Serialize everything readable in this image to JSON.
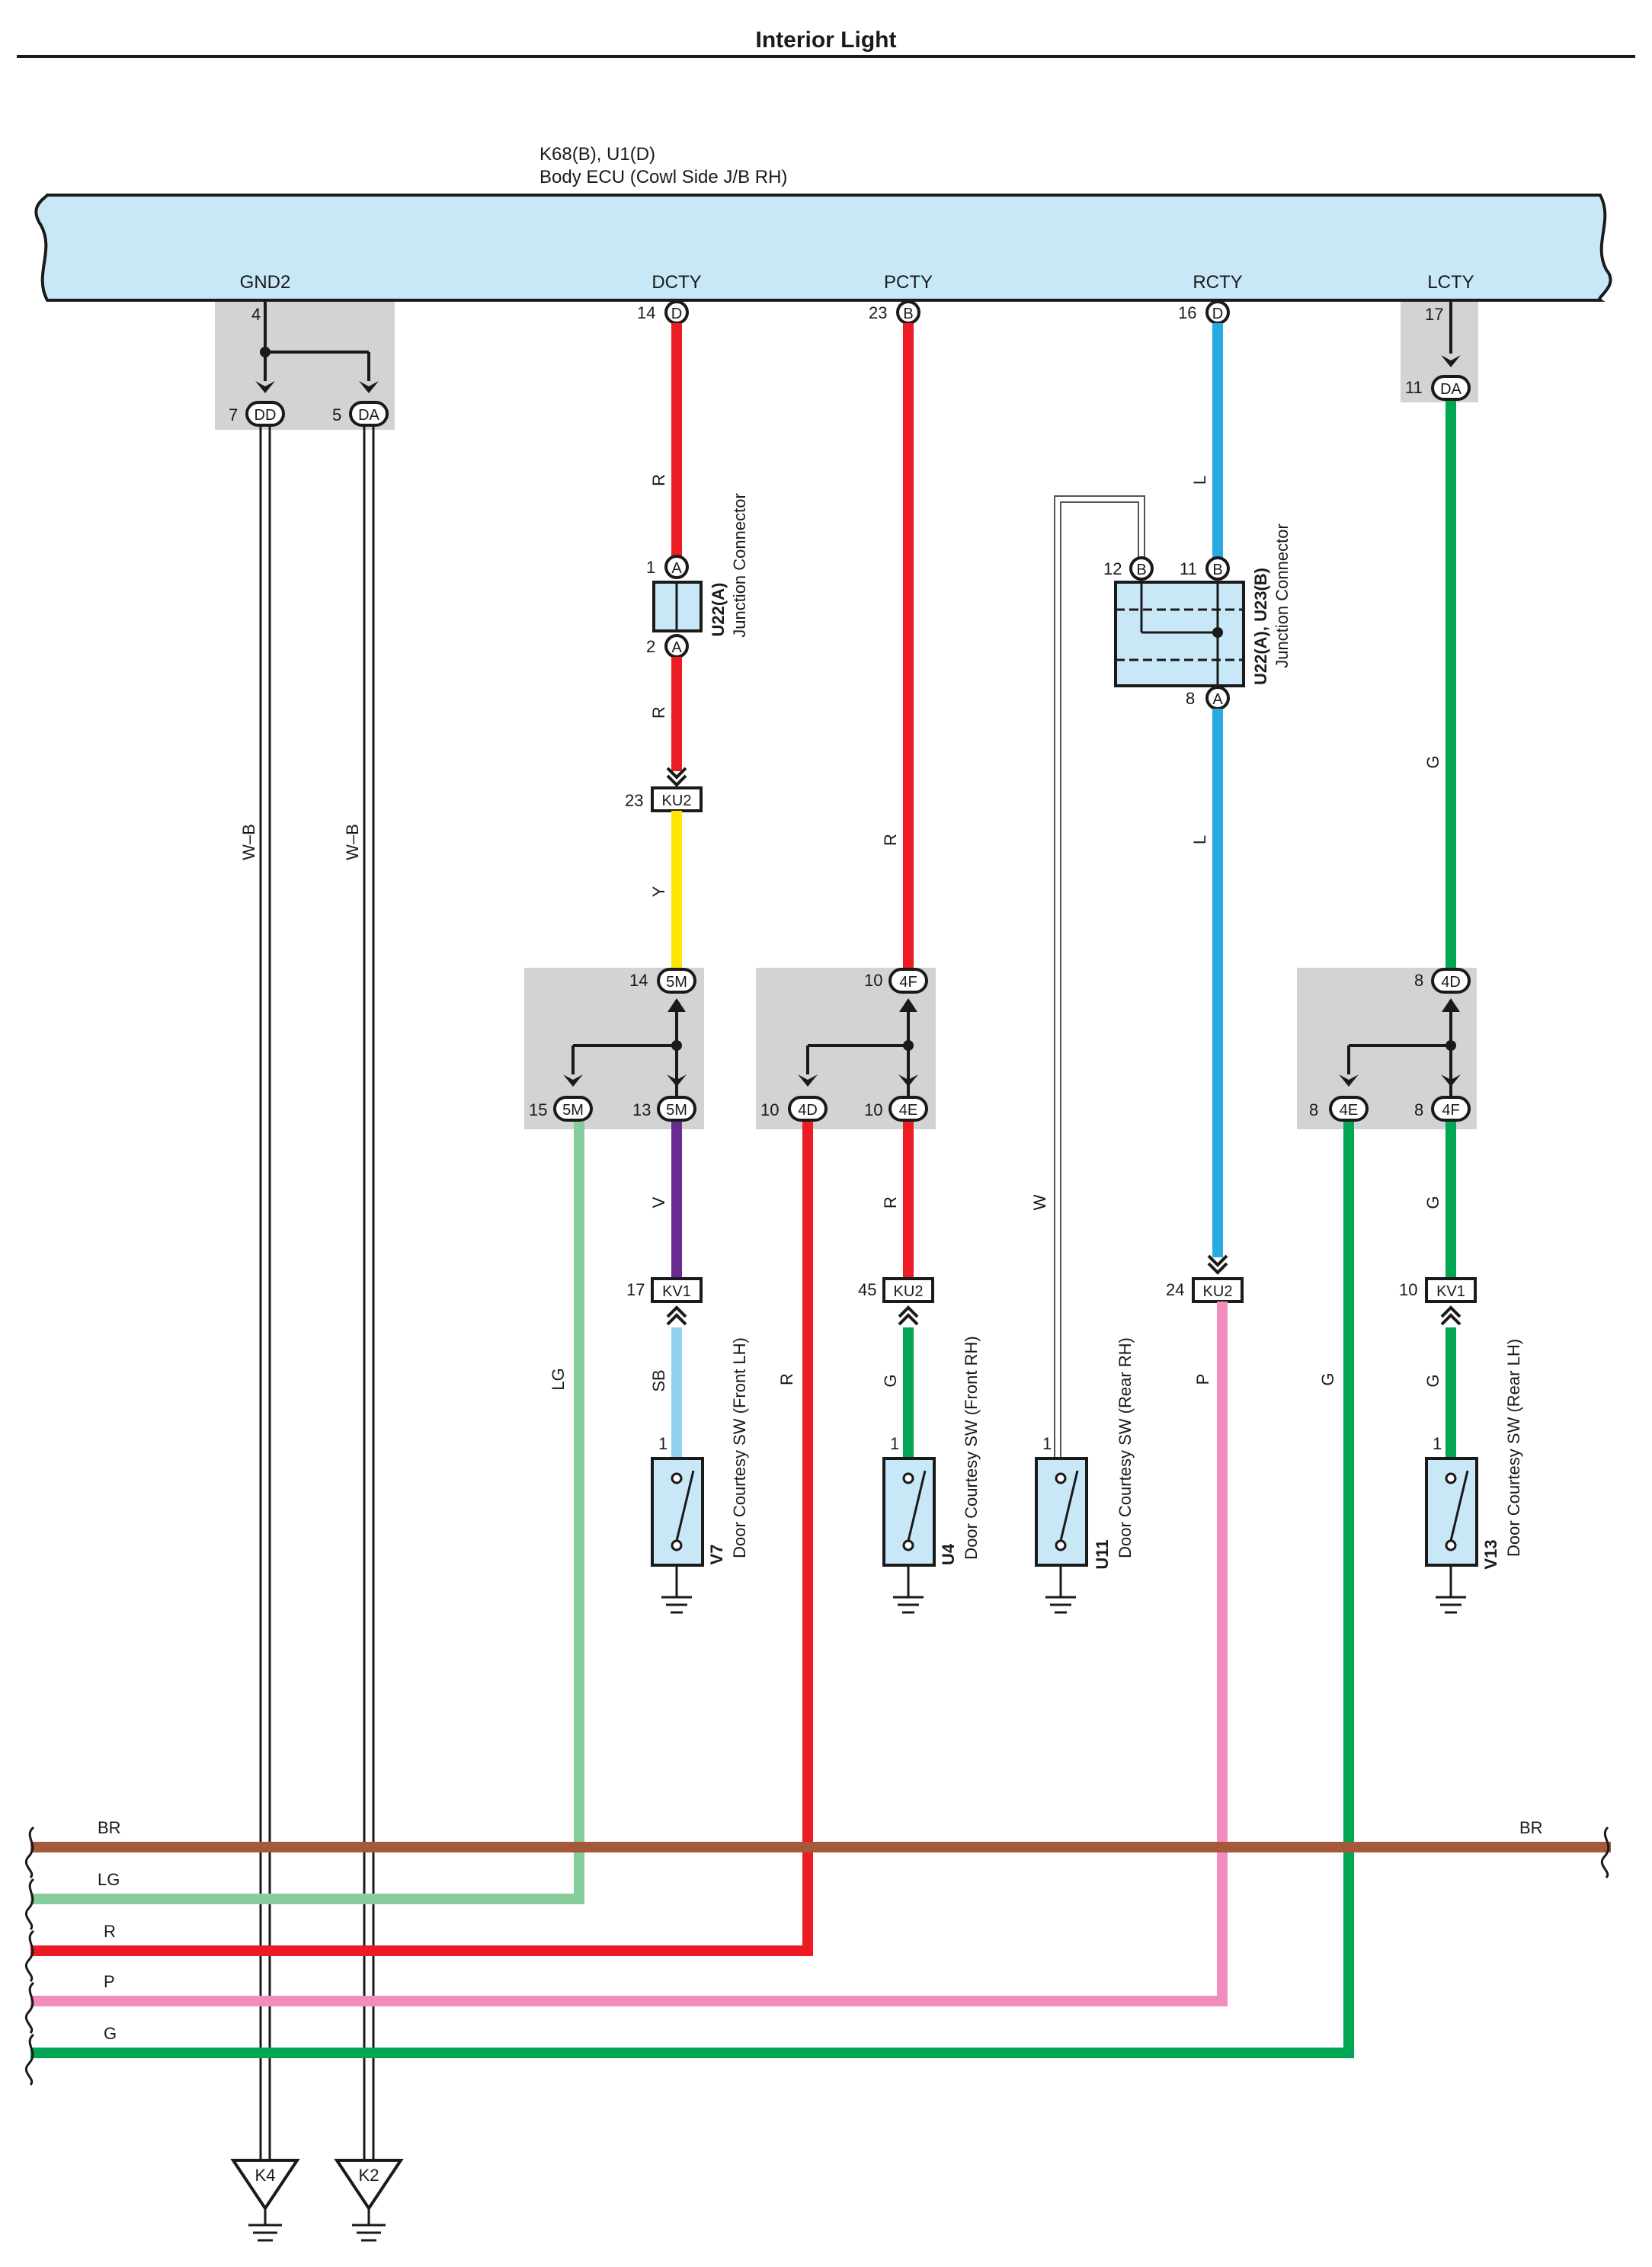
{
  "page": {
    "title": "Interior Light"
  },
  "ecu": {
    "connectors": "K68(B), U1(D)",
    "name": "Body ECU (Cowl Side J/B RH)",
    "terminals": [
      {
        "label": "GND2",
        "pin": "4"
      },
      {
        "label": "DCTY",
        "pin": "14",
        "conn": "D"
      },
      {
        "label": "PCTY",
        "pin": "23",
        "conn": "B"
      },
      {
        "label": "RCTY",
        "pin": "16",
        "conn": "D"
      },
      {
        "label": "LCTY",
        "pin": "17"
      }
    ]
  },
  "gnd2": {
    "branches": [
      {
        "pin": "7",
        "conn": "DD"
      },
      {
        "pin": "5",
        "conn": "DA"
      }
    ]
  },
  "lcty_branch": {
    "pin": "11",
    "conn": "DA"
  },
  "junction_u22": {
    "code": "U22(A)",
    "name": "Junction Connector",
    "pins": [
      {
        "pin": "1",
        "conn": "A"
      },
      {
        "pin": "2",
        "conn": "A"
      }
    ]
  },
  "junction_u23": {
    "code": "U22(A), U23(B)",
    "name": "Junction Connector",
    "pins": [
      {
        "pin": "12",
        "conn": "B"
      },
      {
        "pin": "11",
        "conn": "B"
      },
      {
        "pin": "8",
        "conn": "A"
      }
    ]
  },
  "inline_connectors": {
    "ku2_23": {
      "pin": "23",
      "conn": "KU2"
    },
    "ku2_45": {
      "pin": "45",
      "conn": "KU2"
    },
    "ku2_24": {
      "pin": "24",
      "conn": "KU2"
    },
    "kv1_17": {
      "pin": "17",
      "conn": "KV1"
    },
    "kv1_10": {
      "pin": "10",
      "conn": "KV1"
    }
  },
  "splices": {
    "dcty": {
      "top": {
        "pin": "14",
        "conn": "5M"
      },
      "left": {
        "pin": "15",
        "conn": "5M"
      },
      "right": {
        "pin": "13",
        "conn": "5M"
      }
    },
    "pcty": {
      "top": {
        "pin": "10",
        "conn": "4F"
      },
      "left": {
        "pin": "10",
        "conn": "4D"
      },
      "right": {
        "pin": "10",
        "conn": "4E"
      }
    },
    "lcty": {
      "top": {
        "pin": "8",
        "conn": "4D"
      },
      "left": {
        "pin": "8",
        "conn": "4E"
      },
      "right": {
        "pin": "8",
        "conn": "4F"
      }
    }
  },
  "switches": [
    {
      "code": "V7",
      "name": "Door Courtesy SW (Front LH)",
      "pin": "1"
    },
    {
      "code": "U4",
      "name": "Door Courtesy SW (Front RH)",
      "pin": "1"
    },
    {
      "code": "U11",
      "name": "Door Courtesy SW (Rear RH)",
      "pin": "1"
    },
    {
      "code": "V13",
      "name": "Door Courtesy SW (Rear LH)",
      "pin": "1"
    }
  ],
  "wire_colors": {
    "wb1": "W–B",
    "wb2": "W–B",
    "r1": "R",
    "r2": "R",
    "y": "Y",
    "v": "V",
    "sb": "SB",
    "lg": "LG",
    "pcty_r1": "R",
    "pcty_r2": "R",
    "pcty_r3": "R",
    "pcty_g": "G",
    "l1": "L",
    "l2": "L",
    "w": "W",
    "p": "P",
    "g1": "G",
    "g2": "G",
    "g3": "G",
    "g4": "G"
  },
  "grounds": [
    {
      "code": "K4"
    },
    {
      "code": "K2"
    }
  ],
  "buses": [
    {
      "label": "BR",
      "label_right": "BR",
      "color": "#a6593a"
    },
    {
      "label": "LG",
      "color": "#86cc9c"
    },
    {
      "label": "R",
      "color": "#ed1c24"
    },
    {
      "label": "P",
      "color": "#f08dbd"
    },
    {
      "label": "G",
      "color": "#00a651"
    }
  ],
  "colors": {
    "red": "#ed1c24",
    "yellow": "#ffe600",
    "violet": "#6a2c91",
    "skyblue": "#8fd3f1",
    "lightgreen": "#86cc9c",
    "green": "#00a651",
    "blue": "#29abe2",
    "pink": "#f08dbd",
    "brown": "#a6593a",
    "ecu_fill": "#c8e8f8",
    "splice_bg": "#d3d3d3"
  }
}
